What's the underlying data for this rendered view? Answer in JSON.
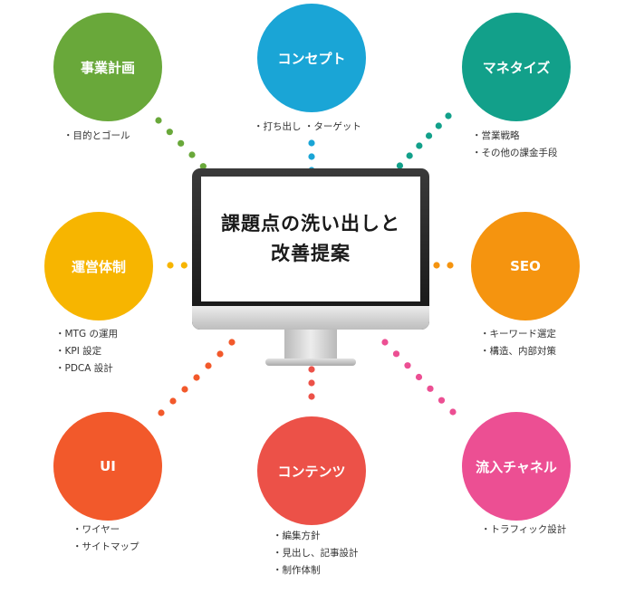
{
  "screen": {
    "line1": "課題点の洗い出しと",
    "line2": "改善提案"
  },
  "nodes": {
    "business_plan": {
      "label": "事業計画",
      "color": "#69a83a",
      "items": [
        "目的とゴール"
      ]
    },
    "concept": {
      "label": "コンセプト",
      "color": "#1aa5d6",
      "items": [
        "打ち出し ・ターゲット"
      ]
    },
    "monetize": {
      "label": "マネタイズ",
      "color": "#12a08a",
      "items": [
        "営業戦略",
        "その他の課金手段"
      ]
    },
    "operations": {
      "label": "運営体制",
      "color": "#f7b500",
      "items": [
        "MTG の運用",
        "KPI 設定",
        "PDCA 設計"
      ]
    },
    "seo": {
      "label": "SEO",
      "color": "#f5940f",
      "items": [
        "キーワード選定",
        "構造、内部対策"
      ]
    },
    "ui": {
      "label": "UI",
      "color": "#f2592b",
      "items": [
        "ワイヤー",
        "サイトマップ"
      ]
    },
    "contents": {
      "label": "コンテンツ",
      "color": "#ec5148",
      "items": [
        "編集方針",
        "見出し、記事設計",
        "制作体制"
      ]
    },
    "inflow": {
      "label": "流入チャネル",
      "color": "#ec4f93",
      "items": [
        "トラフィック設計"
      ]
    }
  }
}
